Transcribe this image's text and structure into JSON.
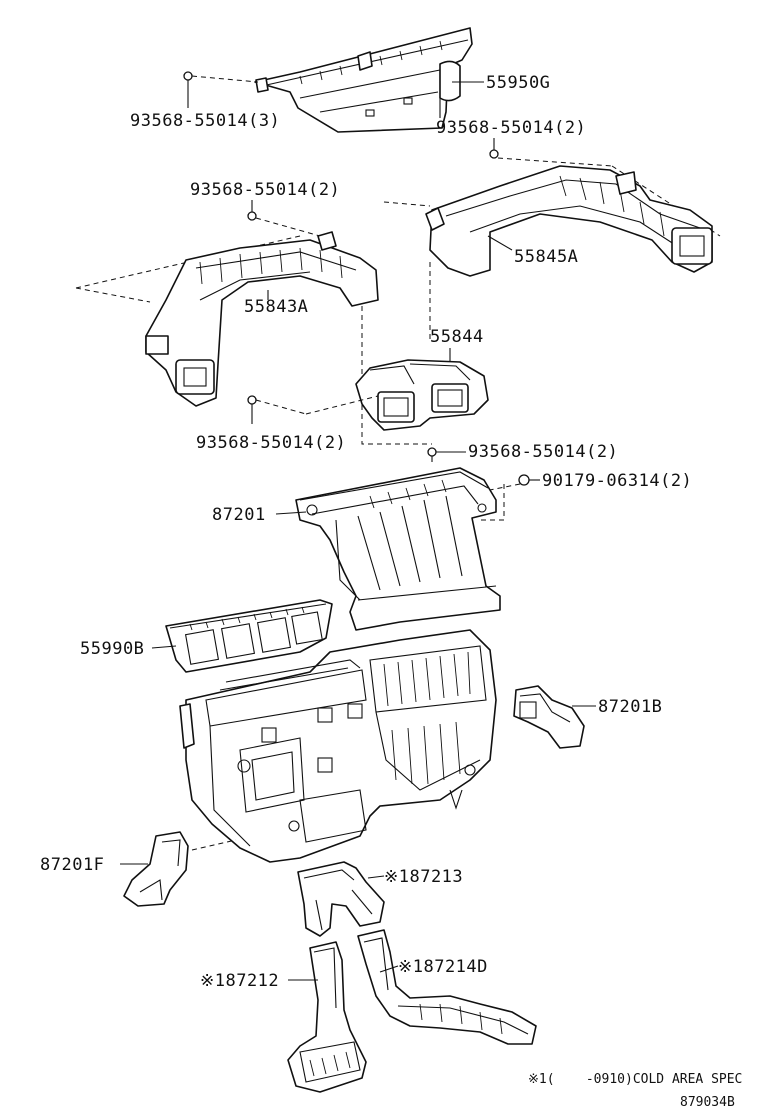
{
  "labels": {
    "p55950G": "55950G",
    "s1": "93568-55014(3)",
    "s2": "93568-55014(2)",
    "s3": "93568-55014(2)",
    "p55845A": "55845A",
    "p55843A": "55843A",
    "p55844": "55844",
    "s4": "93568-55014(2)",
    "s5": "93568-55014(2)",
    "nut": "90179-06314(2)",
    "p87201": "87201",
    "p55990B": "55990B",
    "p87201B": "87201B",
    "p87201F": "87201F",
    "p87213": "※187213",
    "p87212": "※187212",
    "p87214D": "※187214D"
  },
  "footnote": "※1(    -0910)COLD AREA SPEC",
  "diagram_id": "879034B"
}
